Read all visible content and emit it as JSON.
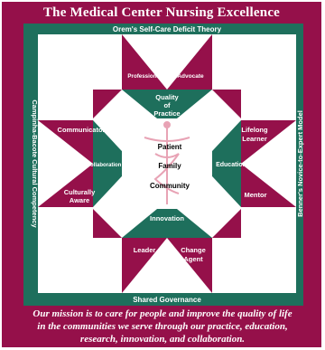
{
  "title": "The Medical Center Nursing Excellence",
  "borders": {
    "top": "Orem's Self-Care Deficit Theory",
    "left": "Campinha-Bacote Cultural Competency",
    "right": "Benner's Novice-to-Expert Model",
    "bottom": "Shared Governance"
  },
  "center": {
    "line1": "Patient",
    "line2": "Family",
    "line3": "Community"
  },
  "labels": {
    "professional": "Professional",
    "advocate": "Advocate",
    "quality1": "Quality",
    "quality2": "of",
    "quality3": "Practice",
    "communicator": "Communicator",
    "collaboration": "Collaboration",
    "culturally1": "Culturally",
    "culturally2": "Aware",
    "lifelong1": "Lifelong",
    "lifelong2": "Learner",
    "education": "Education",
    "mentor": "Mentor",
    "innovation": "Innovation",
    "leader": "Leader",
    "change1": "Change",
    "change2": "Agent"
  },
  "mission": {
    "line1": "Our mission is to care for people and improve the quality of life",
    "line2": "in the communities we serve through our practice, education,",
    "line3": "research, innovation, and collaboration."
  },
  "colors": {
    "maroon": "#95104a",
    "green": "#1e6f5c",
    "white": "#ffffff",
    "caduceus": "#e8a3b5"
  }
}
